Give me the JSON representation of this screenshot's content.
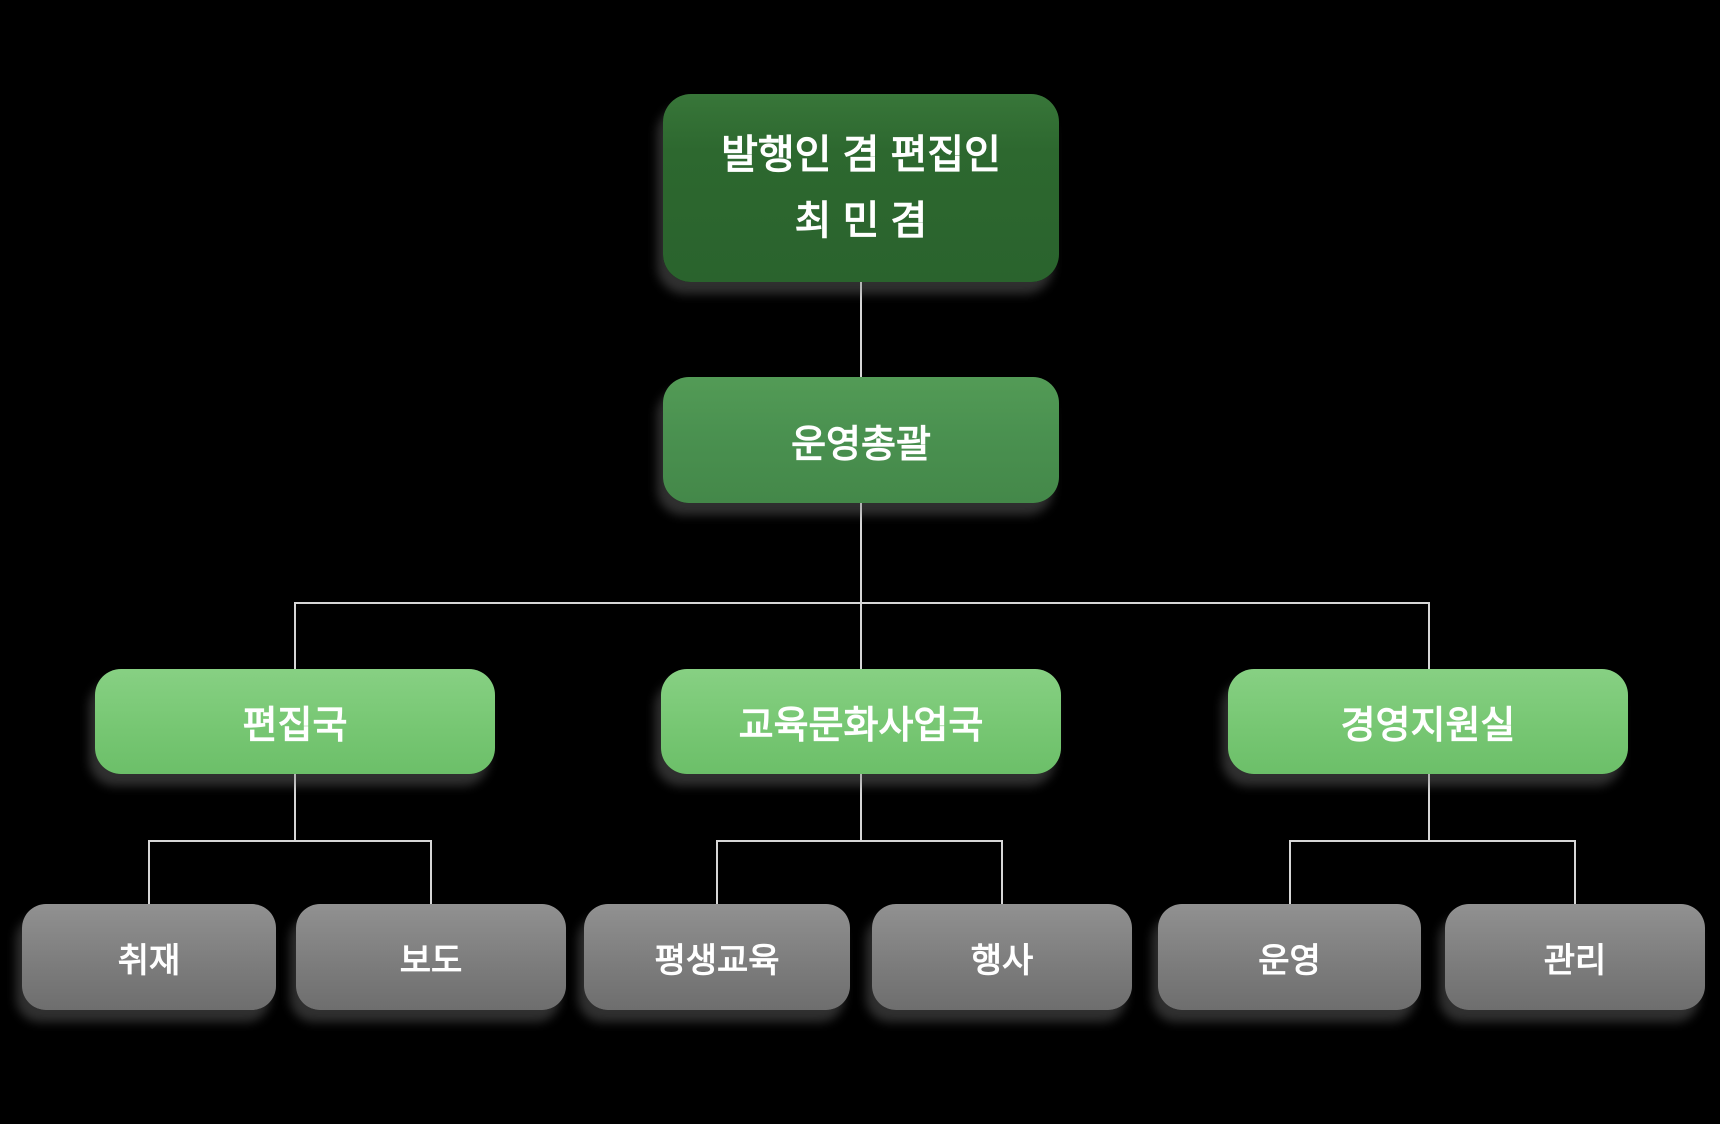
{
  "background_color": "#000000",
  "connector_color": "#d6d6d6",
  "text_color": "#ffffff",
  "org_chart": {
    "root": {
      "role_line": "발행인 겸 편집인",
      "name_line": "최 민 겸",
      "color": "#2d682f"
    },
    "level2": {
      "label": "운영총괄",
      "color": "#4a9150"
    },
    "level3": [
      {
        "label": "편집국",
        "color": "#77c773"
      },
      {
        "label": "교육문화사업국",
        "color": "#77c773"
      },
      {
        "label": "경영지원실",
        "color": "#77c773"
      }
    ],
    "level4": [
      {
        "label": "취재",
        "parent": "편집국",
        "color": "#7d7d7d"
      },
      {
        "label": "보도",
        "parent": "편집국",
        "color": "#7d7d7d"
      },
      {
        "label": "평생교육",
        "parent": "교육문화사업국",
        "color": "#7d7d7d"
      },
      {
        "label": "행사",
        "parent": "교육문화사업국",
        "color": "#7d7d7d"
      },
      {
        "label": "운영",
        "parent": "경영지원실",
        "color": "#7d7d7d"
      },
      {
        "label": "관리",
        "parent": "경영지원실",
        "color": "#7d7d7d"
      }
    ]
  }
}
